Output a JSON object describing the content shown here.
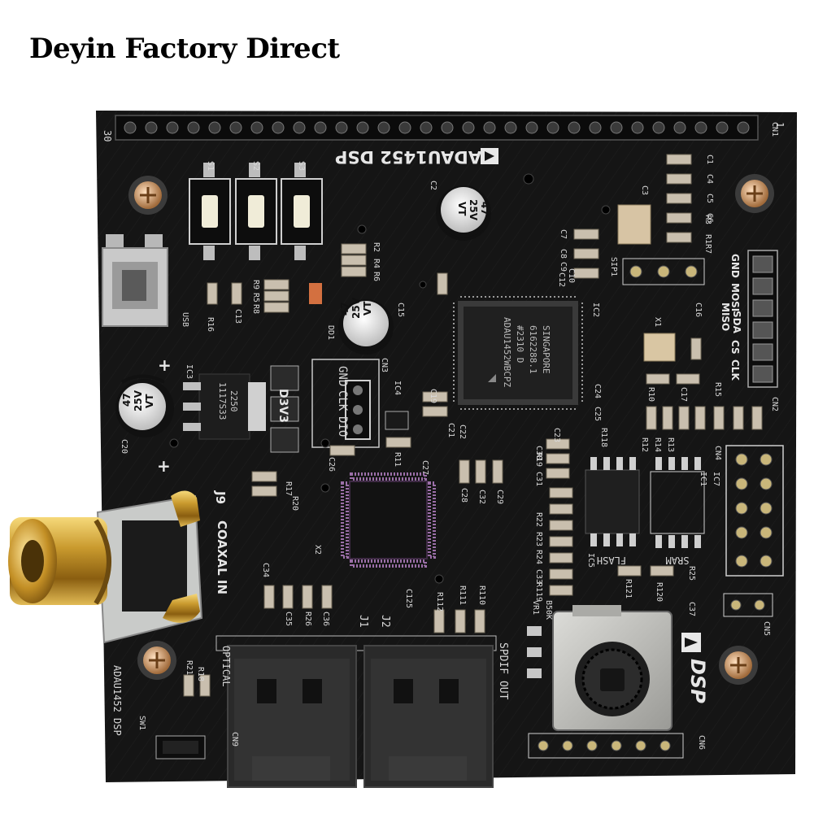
{
  "banner": {
    "text": "Deyin Factory Direct"
  },
  "board": {
    "title": "ADAU1452 DSP",
    "logo_dsp": "DSP",
    "side_label": "ADAU1452 DSP",
    "pin_1": "1",
    "pin_30": "30",
    "jack_label": "J9",
    "coaxial": "COAXAL IN",
    "optical": "OPTICAL",
    "spdif_out": "SPDIF OUT",
    "j1": "J1",
    "j2": "J2",
    "usb": "USB",
    "reg_chip": [
      "1117S33",
      "2250"
    ],
    "d3v3": "D3V3",
    "dsp_chip": [
      "ADAU1452WBCPZ",
      "#2310 D",
      "6162288.1",
      "SINGAPORE"
    ],
    "spi": [
      "GND",
      "MOSI",
      "MISO",
      "SDA",
      "CS",
      "CLK"
    ],
    "prog": [
      "GND",
      "CLK",
      "DIO"
    ],
    "cap_text": [
      "47",
      "25V",
      "VT"
    ],
    "flash": "FLASH",
    "sram": "SRAM",
    "refs": [
      "S1",
      "S2",
      "S3",
      "C1",
      "C2",
      "C3",
      "C4",
      "C5",
      "C6",
      "C7",
      "C8",
      "C9",
      "C10",
      "C12",
      "C13",
      "C15",
      "C16",
      "C17",
      "C19",
      "C20",
      "C21",
      "C22",
      "C23",
      "C24",
      "C25",
      "C26",
      "C27",
      "C28",
      "C29",
      "C30",
      "C31",
      "C32",
      "C33",
      "C34",
      "C35",
      "C36",
      "C37",
      "C125",
      "R1",
      "R2",
      "R3",
      "R4",
      "R5",
      "R6",
      "R7",
      "R8",
      "R9",
      "R10",
      "R11",
      "R12",
      "R13",
      "R14",
      "R15",
      "R16",
      "R17",
      "R18",
      "R19",
      "R20",
      "R21",
      "R22",
      "R23",
      "R24",
      "R25",
      "R26",
      "R110",
      "R111",
      "R112",
      "R118",
      "R119",
      "R120",
      "R121",
      "IC1",
      "IC2",
      "IC3",
      "IC4",
      "IC5",
      "IC7",
      "X1",
      "X2",
      "SIP1",
      "DD1",
      "CN1",
      "CN2",
      "CN3",
      "CN4",
      "CN5",
      "CN6",
      "CN9",
      "VR1",
      "B50K",
      "SW1"
    ]
  }
}
